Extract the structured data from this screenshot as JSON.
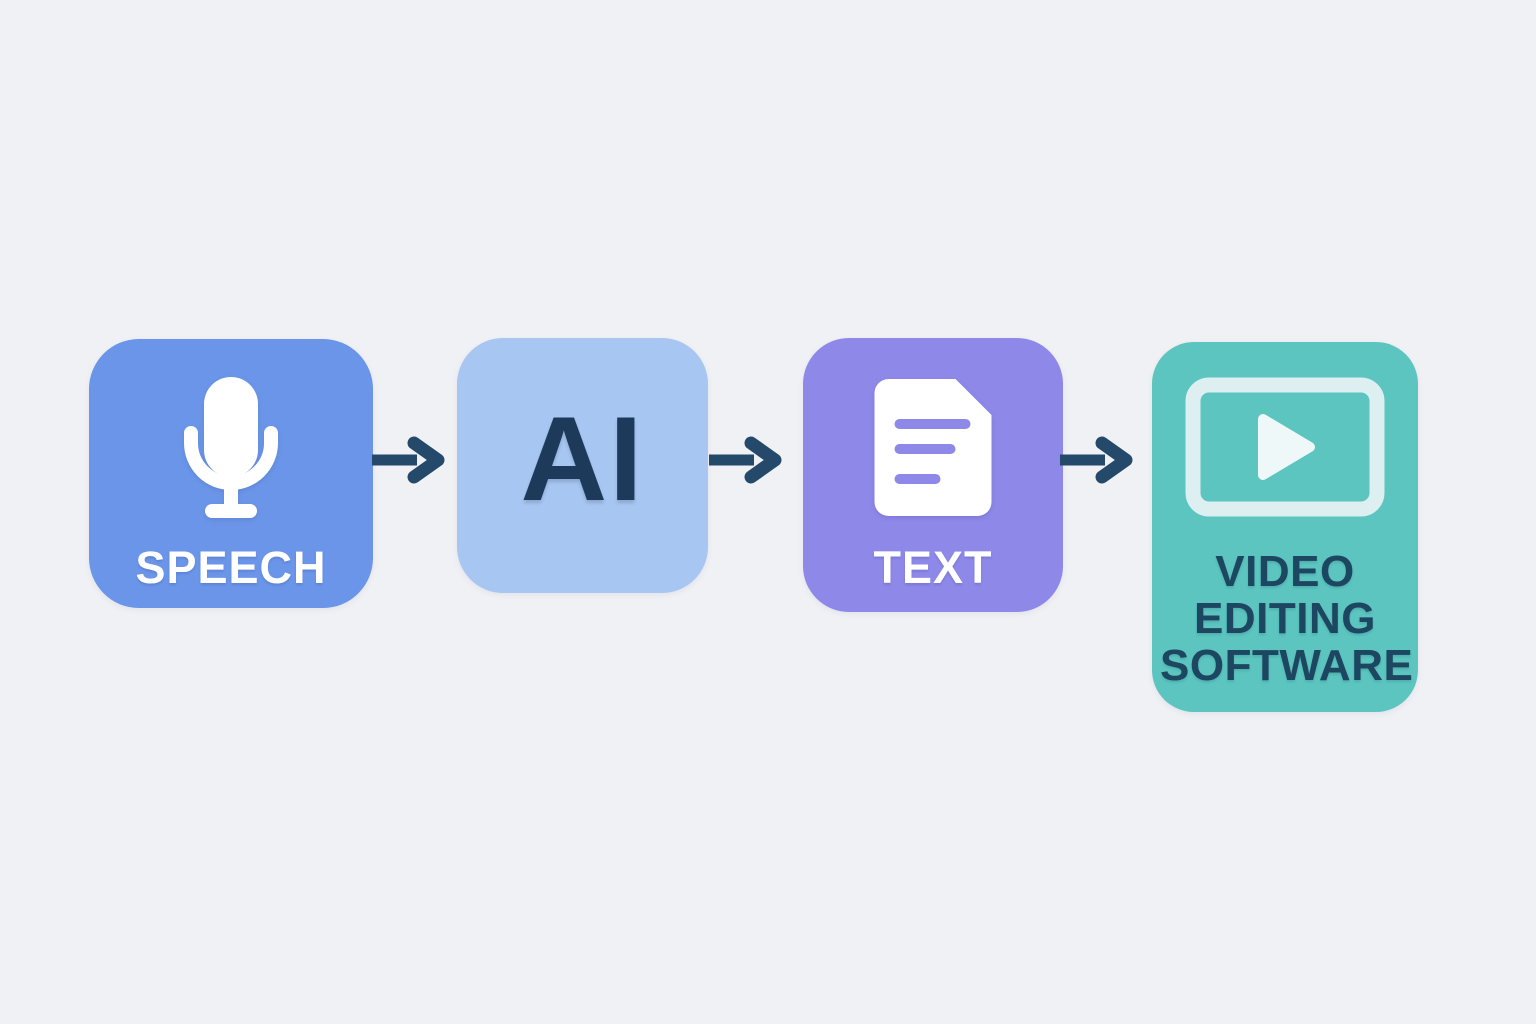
{
  "colors": {
    "bg": "#F0F1F5",
    "node-speech": "#6B95E8",
    "node-ai": "#A7C6F1",
    "node-text": "#8E88E9",
    "node-video": "#5CC5C0",
    "arrow": "#25496B",
    "ink-navy": "#1E3A5A",
    "ink-video": "#1D4660",
    "icon-white": "#FFFFFF",
    "video-frame": "#DDEFF1",
    "play-fill": "#EFF8F8"
  },
  "diagram": {
    "type": "flowchart",
    "direction": "left-to-right",
    "nodes": [
      {
        "label": "SPEECH",
        "icon": "microphone",
        "color": "#6B95E8",
        "label_color": "#FFFFFF"
      },
      {
        "label": "AI",
        "icon": "none",
        "color": "#A7C6F1",
        "label_color": "#1E3A5A"
      },
      {
        "label": "TEXT",
        "icon": "document",
        "color": "#8E88E9",
        "label_color": "#FFFFFF"
      },
      {
        "label": "VIDEO EDITING SOFTWARE",
        "icon": "video-player",
        "color": "#5CC5C0",
        "label_color": "#1D4660"
      }
    ],
    "connections": [
      {
        "from": "SPEECH",
        "to": "AI",
        "style": "arrow-right"
      },
      {
        "from": "AI",
        "to": "TEXT",
        "style": "arrow-right"
      },
      {
        "from": "TEXT",
        "to": "VIDEO EDITING SOFTWARE",
        "style": "arrow-right"
      }
    ]
  }
}
